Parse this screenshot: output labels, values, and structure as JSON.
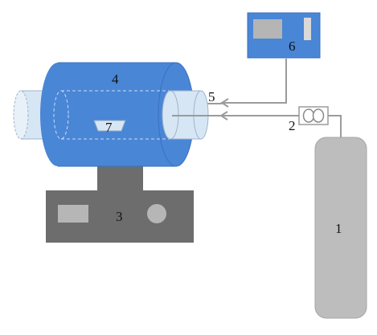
{
  "labels": {
    "gas_cylinder": "1",
    "flow_controller": "2",
    "base_stand": "3",
    "furnace": "4",
    "tube": "5",
    "controller": "6",
    "sample_boat": "7"
  },
  "colors": {
    "furnace_blue": "#4a86d6",
    "furnace_edge": "#3a70bf",
    "tube_light": "#d7e6f5",
    "tube_edge": "#9fb4c9",
    "stand_dark": "#6d6d6d",
    "stand_panel": "#b6b6b6",
    "cylinder_gray": "#bdbdbd",
    "controller_blue": "#4a86d6",
    "line_gray": "#9b9b9b"
  }
}
